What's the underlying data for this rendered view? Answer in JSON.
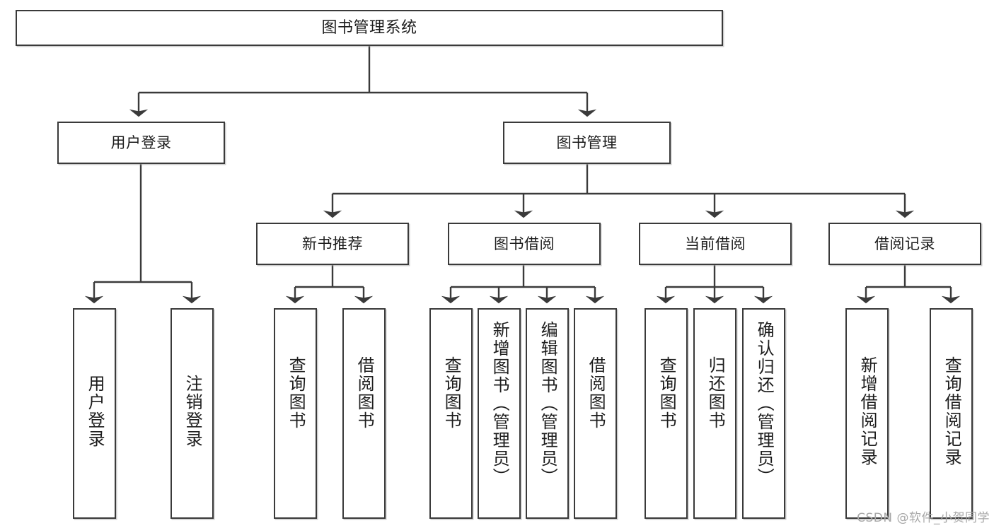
{
  "diagram": {
    "title": "图书管理系统",
    "type": "tree-hierarchy",
    "watermark": "CSDN @软件_小贺同学",
    "colors": {
      "box_border": "#3a3a3a",
      "box_fill": "#ffffff",
      "edge": "#3a3a3a",
      "text": "#1d1d1d",
      "watermark": "#a8a8a8"
    },
    "nodes": {
      "root": {
        "label": "图书管理系统"
      },
      "level2": [
        {
          "label": "用户登录"
        },
        {
          "label": "图书管理"
        }
      ],
      "level3": [
        {
          "label": "新书推荐"
        },
        {
          "label": "图书借阅"
        },
        {
          "label": "当前借阅"
        },
        {
          "label": "借阅记录"
        }
      ],
      "leaves": {
        "user_login": [
          {
            "label": "用户登录"
          },
          {
            "label": "注销登录"
          }
        ],
        "new_book_recommend": [
          {
            "label": "查询图书"
          },
          {
            "label": "借阅图书"
          }
        ],
        "book_borrow": [
          {
            "label": "查询图书"
          },
          {
            "label": "新增图书（管理员）"
          },
          {
            "label": "编辑图书（管理员）"
          },
          {
            "label": "借阅图书"
          }
        ],
        "current_borrow": [
          {
            "label": "查询图书"
          },
          {
            "label": "归还图书"
          },
          {
            "label": "确认归还（管理员）"
          }
        ],
        "borrow_record": [
          {
            "label": "新增借阅记录"
          },
          {
            "label": "查询借阅记录"
          }
        ]
      }
    }
  }
}
